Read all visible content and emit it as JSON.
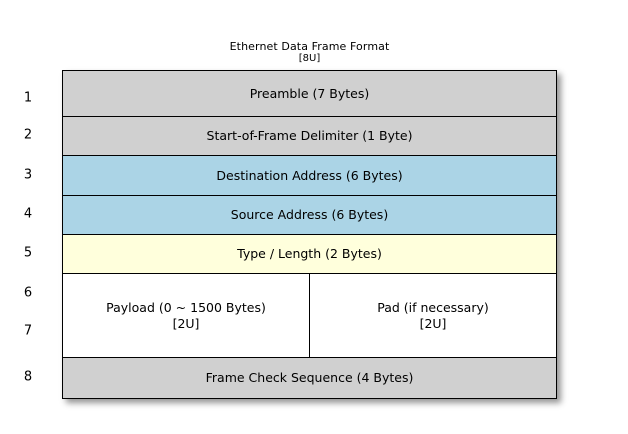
{
  "diagram": {
    "title": "Ethernet Data Frame Format",
    "subtitle": "[8U]",
    "row_numbers": [
      "1",
      "2",
      "3",
      "4",
      "5",
      "6",
      "7",
      "8"
    ],
    "colors": {
      "gray": "#d0d0d0",
      "blue": "#abd4e6",
      "yellow": "#ffffdc",
      "white": "#ffffff",
      "border": "#000000",
      "background": "#ffffff"
    },
    "rows": [
      {
        "number": "1",
        "fill": "gray",
        "cells": [
          {
            "label": "Preamble (7 Bytes)",
            "sub": ""
          }
        ]
      },
      {
        "number": "2",
        "fill": "gray",
        "cells": [
          {
            "label": "Start-of-Frame Delimiter (1 Byte)",
            "sub": ""
          }
        ]
      },
      {
        "number": "3",
        "fill": "blue",
        "cells": [
          {
            "label": "Destination Address (6 Bytes)",
            "sub": ""
          }
        ]
      },
      {
        "number": "4",
        "fill": "blue",
        "cells": [
          {
            "label": "Source Address (6 Bytes)",
            "sub": ""
          }
        ]
      },
      {
        "number": "5",
        "fill": "yellow",
        "cells": [
          {
            "label": "Type / Length (2 Bytes)",
            "sub": ""
          }
        ]
      },
      {
        "number": "6-7",
        "fill": "white",
        "cells": [
          {
            "label": "Payload (0 ~ 1500 Bytes)",
            "sub": "[2U]"
          },
          {
            "label": "Pad (if necessary)",
            "sub": "[2U]"
          }
        ]
      },
      {
        "number": "8",
        "fill": "gray",
        "cells": [
          {
            "label": "Frame Check Sequence (4 Bytes)",
            "sub": ""
          }
        ]
      }
    ]
  }
}
